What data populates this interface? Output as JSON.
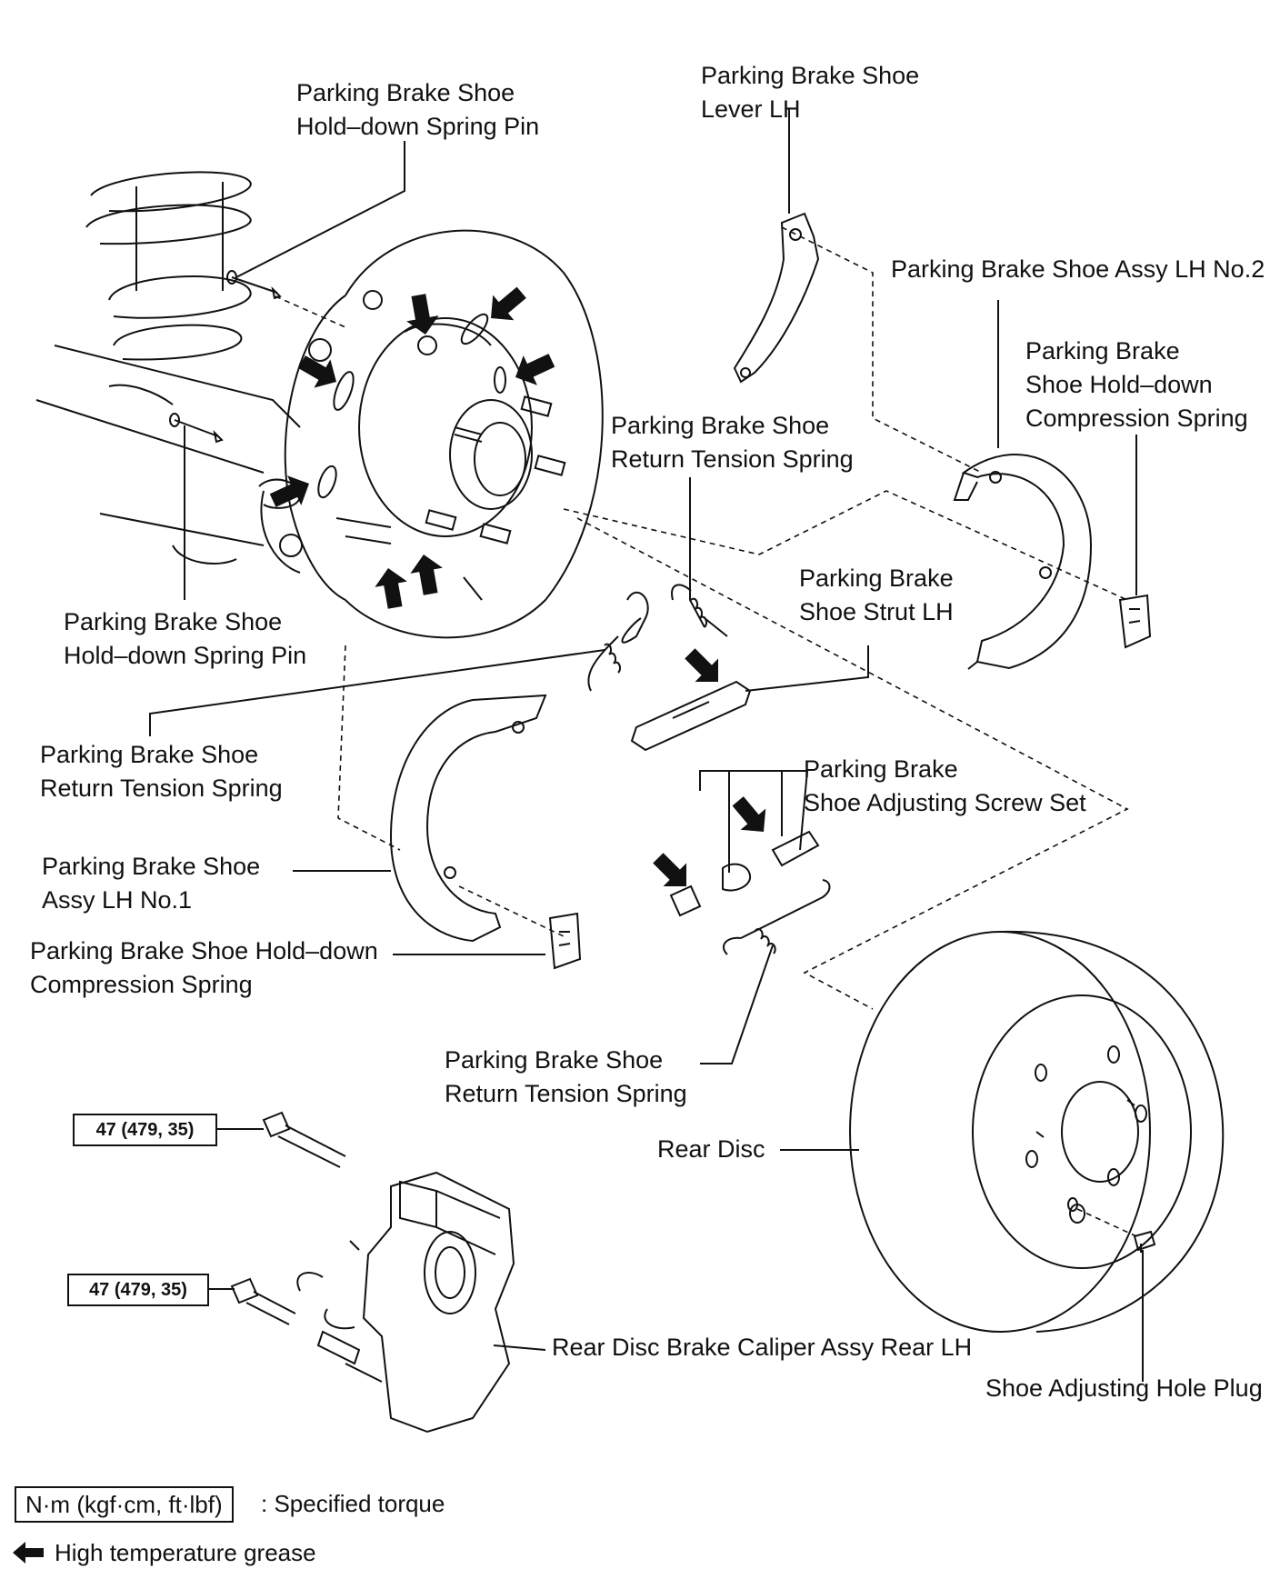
{
  "labels": {
    "hold_pin_top": [
      "Parking Brake Shoe",
      "Hold–down Spring Pin"
    ],
    "lever_lh": [
      "Parking Brake Shoe",
      "Lever LH"
    ],
    "shoe_assy_no2": [
      "Parking Brake Shoe Assy LH No.2"
    ],
    "compression_spring_right": [
      "Parking Brake",
      "Shoe Hold–down",
      "Compression Spring"
    ],
    "return_spring_top": [
      "Parking Brake Shoe",
      "Return Tension Spring"
    ],
    "strut_lh": [
      "Parking Brake",
      "Shoe Strut LH"
    ],
    "hold_pin_left": [
      "Parking Brake Shoe",
      "Hold–down Spring Pin"
    ],
    "return_spring_left": [
      "Parking Brake Shoe",
      "Return Tension Spring"
    ],
    "adjusting_screw_set": [
      "Parking Brake",
      "Shoe Adjusting Screw Set"
    ],
    "shoe_assy_no1": [
      "Parking Brake Shoe",
      "Assy LH No.1"
    ],
    "compression_spring_left": [
      "Parking Brake Shoe Hold–down",
      "Compression Spring"
    ],
    "return_spring_bottom": [
      "Parking Brake Shoe",
      "Return Tension Spring"
    ],
    "rear_disc": [
      "Rear Disc"
    ],
    "caliper": [
      "Rear Disc Brake Caliper Assy Rear LH"
    ],
    "hole_plug": [
      "Shoe Adjusting Hole Plug"
    ]
  },
  "torques": {
    "upper_bolt": "47 (479, 35)",
    "lower_bolt": "47 (479, 35)"
  },
  "legend": {
    "torque_box": "N·m (kgf·cm, ft·lbf)",
    "torque_text": ": Specified torque",
    "grease_text": "High temperature grease",
    "grease_icon": "left-arrow-icon"
  },
  "colors": {
    "line": "#111111",
    "fill": "#ffffff"
  }
}
